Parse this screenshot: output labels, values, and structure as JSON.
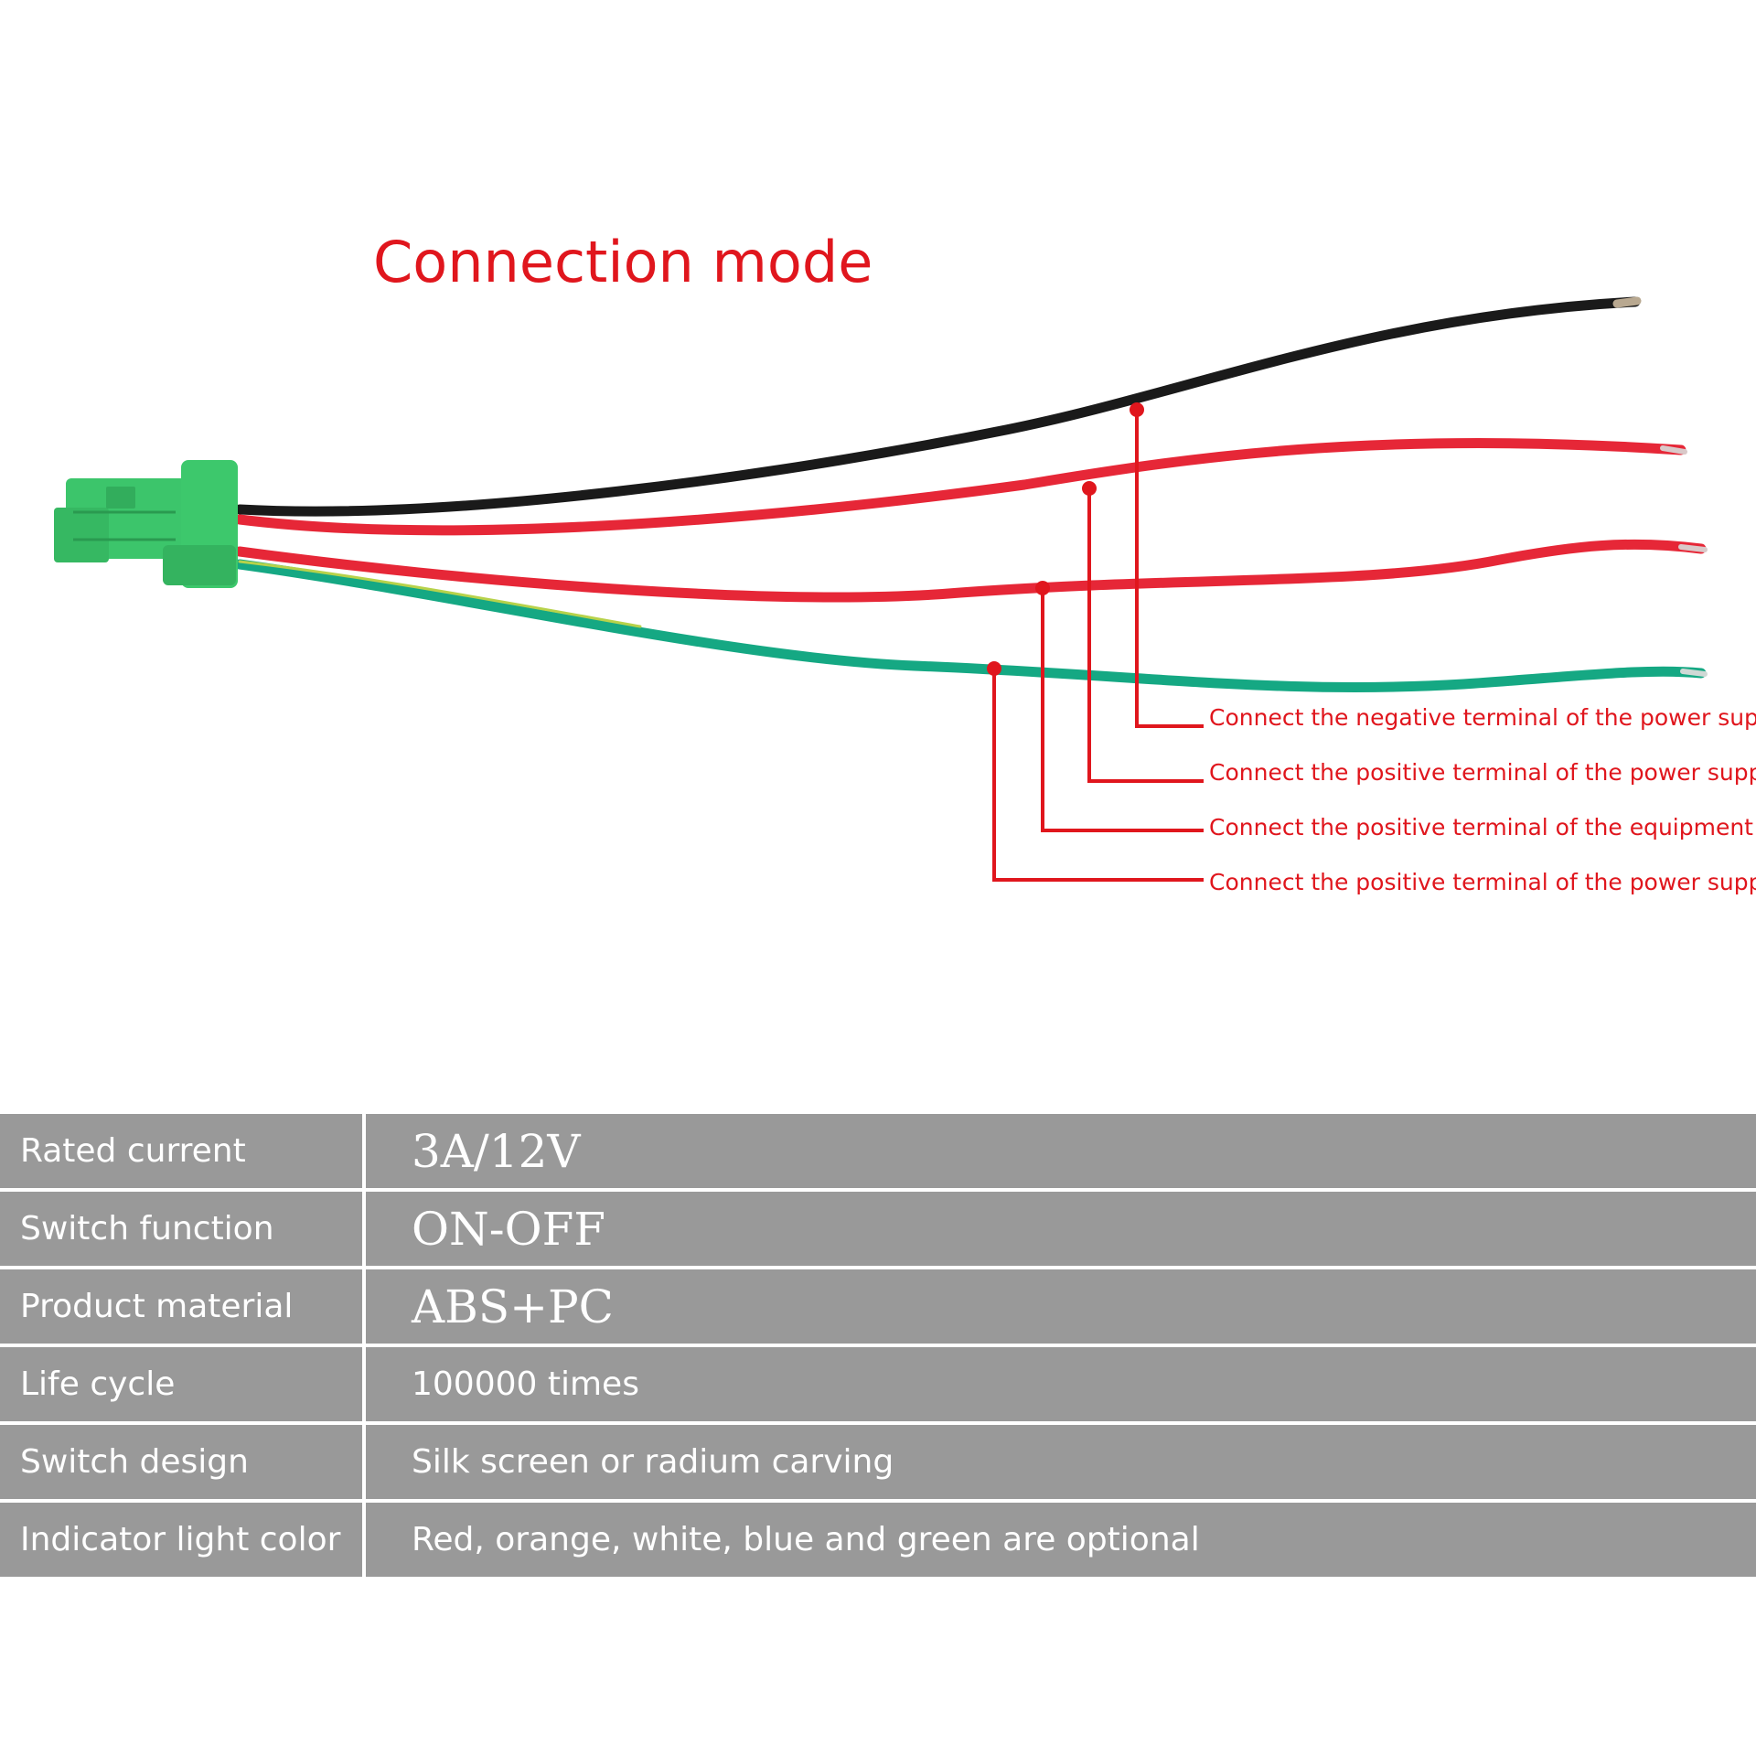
{
  "title": "Connection mode",
  "colors": {
    "accent": "#e0161d",
    "connector": "#3cc56b",
    "wire_black": "#1a1a1a",
    "wire_red": "#e62737",
    "wire_green": "#15a883",
    "table_bg": "#999999"
  },
  "callouts": [
    {
      "label": "Connect the negative terminal of the power supply",
      "wire": "black"
    },
    {
      "label": "Connect the positive terminal of the power supply",
      "wire": "red"
    },
    {
      "label": "Connect the positive terminal of the equipment",
      "wire": "red"
    },
    {
      "label": "Connect the positive terminal of the power supply",
      "wire": "green"
    }
  ],
  "specs": [
    {
      "key": "Rated current",
      "value": "3A/12V"
    },
    {
      "key": "Switch function",
      "value": "ON-OFF"
    },
    {
      "key": "Product material",
      "value": "ABS+PC"
    },
    {
      "key": "Life cycle",
      "value": "100000 times"
    },
    {
      "key": "Switch design",
      "value": "Silk screen or radium carving"
    },
    {
      "key": "Indicator light color",
      "value": "Red, orange, white, blue and green are optional"
    }
  ]
}
